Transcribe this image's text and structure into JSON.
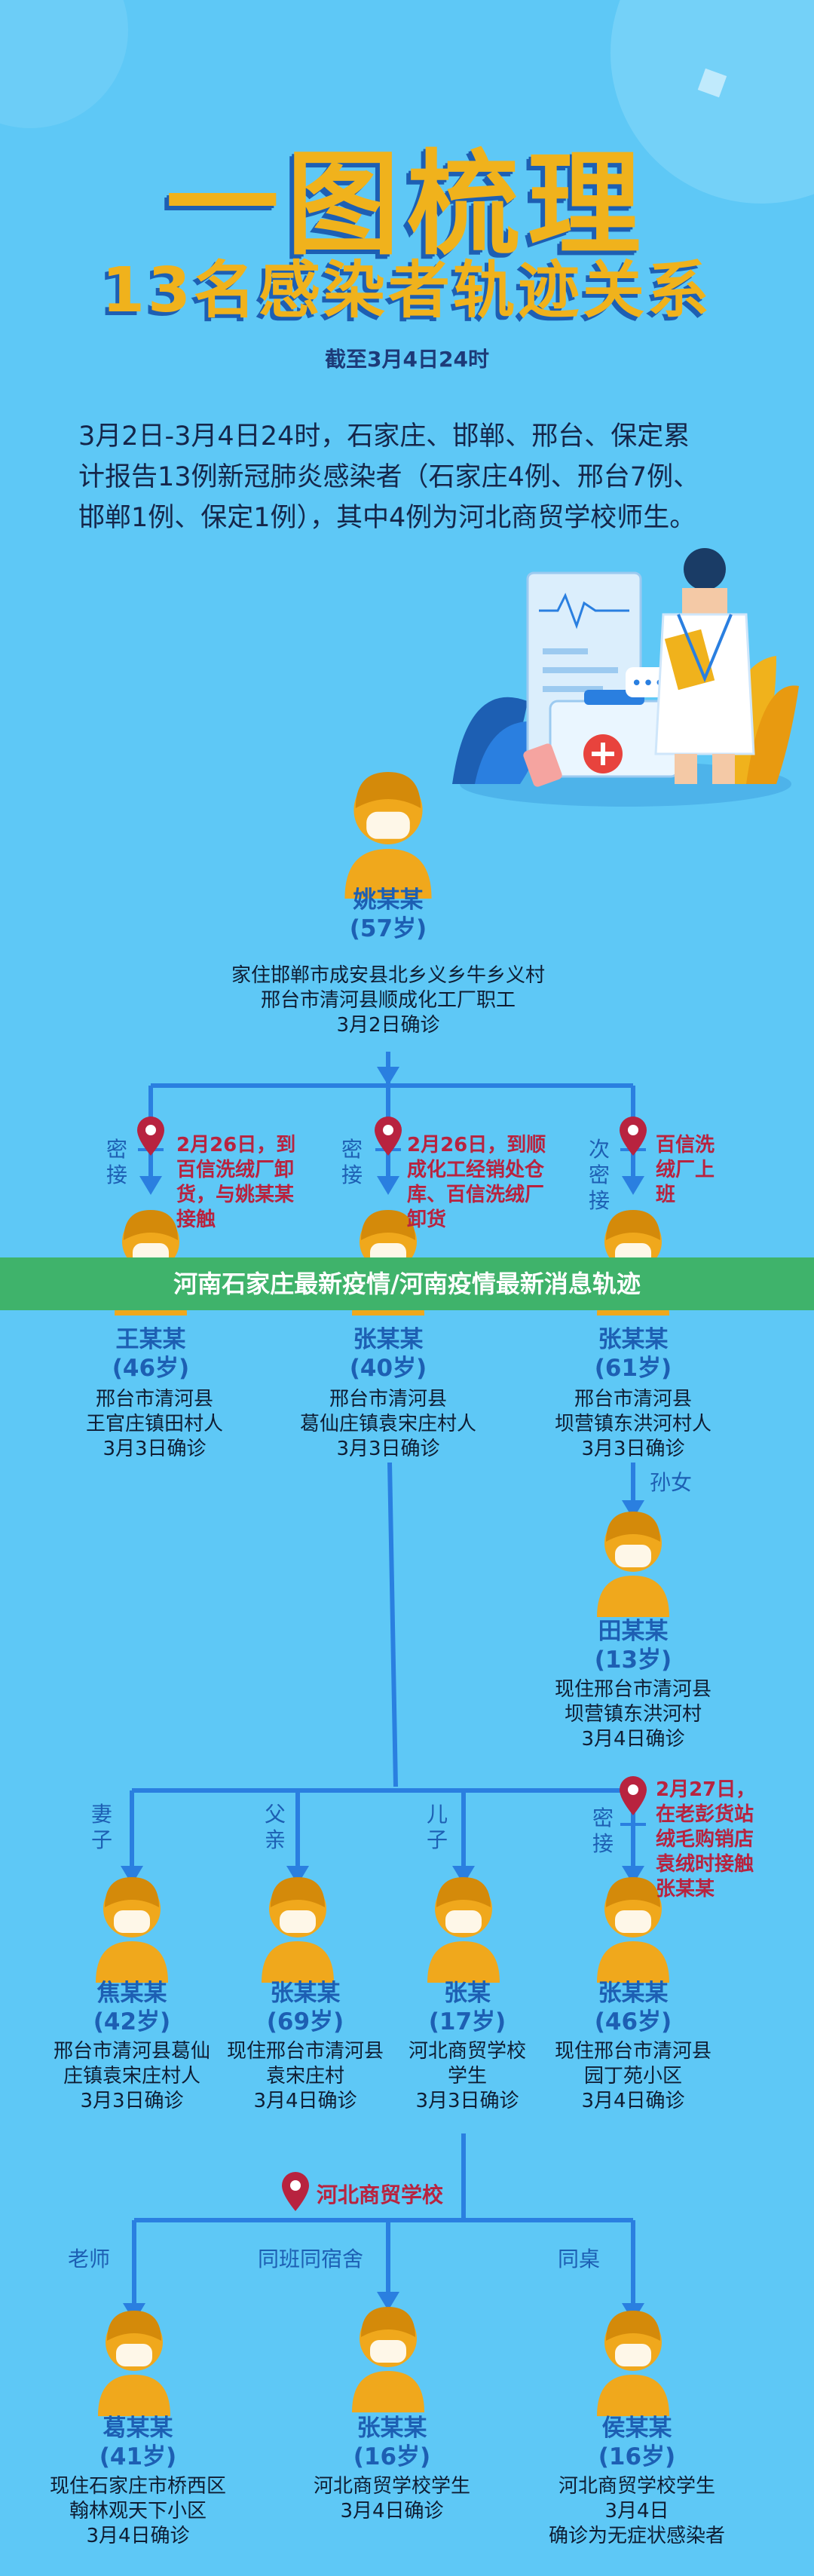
{
  "header": {
    "title": "一图梳理",
    "subtitle": "13名感染者轨迹关系",
    "deadline": "截至3月4日24时",
    "intro": "3月2日-3月4日24时，石家庄、邯郸、邢台、保定累计报告13例新冠肺炎感染者（石家庄4例、邢台7例、邯郸1例、保定1例），其中4例为河北商贸学校师生。"
  },
  "banner": "河南石家庄最新疫情/河南疫情最新消息轨迹",
  "colors": {
    "background": "#5ec8f6",
    "line": "#2a7fe0",
    "person": "#f0a81c",
    "accent": "#b8233f",
    "banner": "#3fb36b"
  },
  "people": {
    "yao": {
      "name": "姚某某",
      "age": "(57岁)",
      "desc": [
        "家住邯郸市成安县北乡义乡牛乡义村",
        "邢台市清河县顺成化工厂职工",
        "3月2日确诊"
      ]
    },
    "wang": {
      "name": "王某某",
      "age": "(46岁)",
      "desc": [
        "邢台市清河县",
        "王官庄镇田村人",
        "3月3日确诊"
      ]
    },
    "zhang40": {
      "name": "张某某",
      "age": "(40岁)",
      "desc": [
        "邢台市清河县",
        "葛仙庄镇袁宋庄村人",
        "3月3日确诊"
      ]
    },
    "zhang61": {
      "name": "张某某",
      "age": "(61岁)",
      "desc": [
        "邢台市清河县",
        "坝营镇东洪河村人",
        "3月3日确诊"
      ]
    },
    "tian": {
      "name": "田某某",
      "age": "(13岁)",
      "desc": [
        "现住邢台市清河县",
        "坝营镇东洪河村",
        "3月4日确诊"
      ]
    },
    "jiao": {
      "name": "焦某某",
      "age": "(42岁)",
      "desc": [
        "邢台市清河县葛仙",
        "庄镇袁宋庄村人",
        "3月3日确诊"
      ]
    },
    "zhang69": {
      "name": "张某某",
      "age": "(69岁)",
      "desc": [
        "现住邢台市清河县",
        "袁宋庄村",
        "3月4日确诊"
      ]
    },
    "zhang17": {
      "name": "张某",
      "age": "(17岁)",
      "desc": [
        "河北商贸学校",
        "学生",
        "3月3日确诊"
      ]
    },
    "zhang46": {
      "name": "张某某",
      "age": "(46岁)",
      "desc": [
        "现住邢台市清河县",
        "园丁苑小区",
        "3月4日确诊"
      ]
    },
    "ge": {
      "name": "葛某某",
      "age": "(41岁)",
      "desc": [
        "现住石家庄市桥西区",
        "翰林观天下小区",
        "3月4日确诊"
      ]
    },
    "zhang16": {
      "name": "张某某",
      "age": "(16岁)",
      "desc": [
        "河北商贸学校学生",
        "3月4日确诊"
      ]
    },
    "hou": {
      "name": "侯某某",
      "age": "(16岁)",
      "desc": [
        "河北商贸学校学生",
        "3月4日",
        "确诊为无症状感染者"
      ]
    }
  },
  "relations": {
    "mijie": "密接",
    "ci_mijie": "次密接",
    "sunnv": "孙女",
    "qizi": "妻子",
    "fuqin": "父亲",
    "erzi": "儿子",
    "laoshi": "老师",
    "tongban": "同班同宿舍",
    "tongzhuo": "同桌"
  },
  "notes": {
    "n1": [
      "2月26日，到",
      "百信洗绒厂卸",
      "货，与姚某某",
      "接触"
    ],
    "n2": [
      "2月26日，到顺",
      "成化工经销处仓",
      "库、百信洗绒厂",
      "卸货"
    ],
    "n3": [
      "百信洗",
      "绒厂上",
      "班"
    ],
    "n4": [
      "2月27日，",
      "在老彭货站",
      "绒毛购销店",
      "袁绒时接触",
      "张某某"
    ],
    "school": "河北商贸学校"
  },
  "illustration": {
    "dialog": "•••"
  }
}
